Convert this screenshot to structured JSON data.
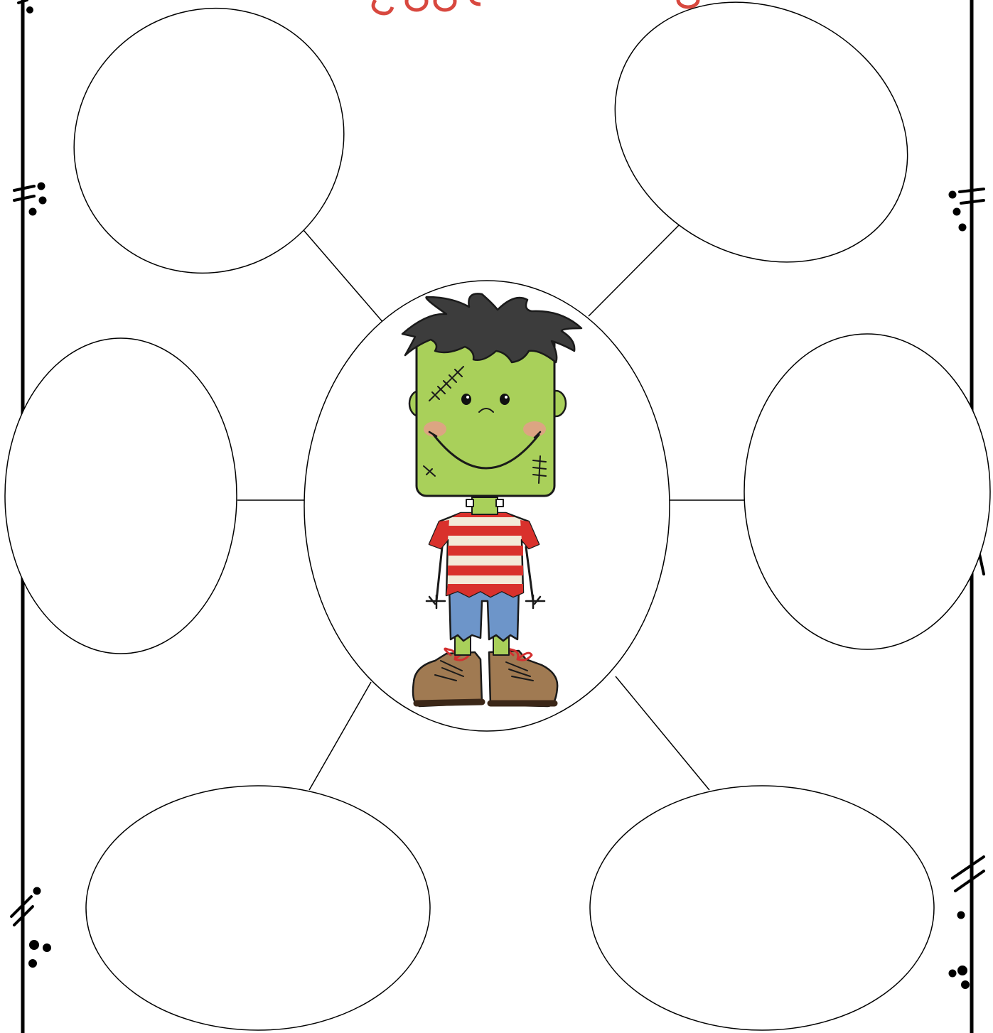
{
  "worksheet": {
    "type": "web organizer / brainstorm diagram",
    "center_node": {
      "illustration": "frankenstein-kid",
      "colors": {
        "skin": "#a9d05a",
        "hair": "#3c3c3c",
        "shirt_red": "#d9312c",
        "shirt_stripe": "#f3ead8",
        "pants": "#6d95c9",
        "boots": "#a07a52",
        "laces": "#d32f2f",
        "cheeks": "#e89a8c"
      }
    },
    "outer_nodes": [
      {
        "id": "top-left",
        "text": ""
      },
      {
        "id": "top-right",
        "text": ""
      },
      {
        "id": "middle-left",
        "text": ""
      },
      {
        "id": "middle-right",
        "text": ""
      },
      {
        "id": "bottom-left",
        "text": ""
      },
      {
        "id": "bottom-right",
        "text": ""
      }
    ],
    "title_colors": {
      "fill": "#ffffff",
      "outline": "#d8483f"
    },
    "border_color": "#000000"
  }
}
